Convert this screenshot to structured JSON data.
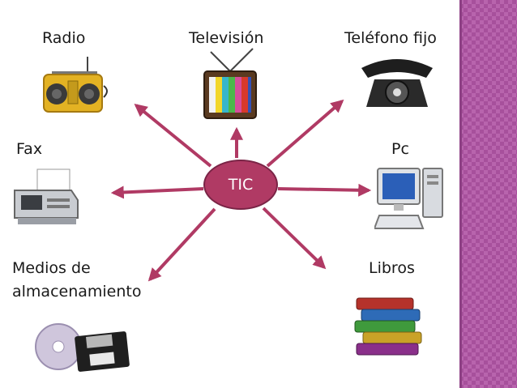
{
  "labels": {
    "radio": "Radio",
    "television": "Televisión",
    "telefono": "Teléfono fijo",
    "fax": "Fax",
    "pc": "Pc",
    "medios_line1": "Medios de",
    "medios_line2": "almacenamiento",
    "libros": "Libros"
  },
  "hub": {
    "label": "TIC"
  },
  "colors": {
    "hub": "#b03a64",
    "arrow": "#b03a64",
    "stripe": "#a7509c"
  }
}
